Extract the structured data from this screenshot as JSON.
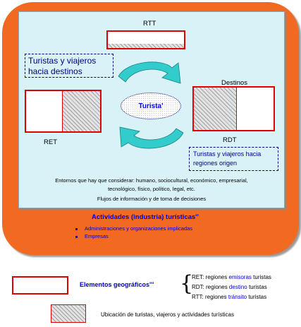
{
  "diagram": {
    "rtt_label": "RTT",
    "ret_label": "RET",
    "rdt_label": "RDT",
    "destinos_label": "Destinos",
    "turista_label": "Turista'",
    "box_left_text": "Turistas y viajeros hacia destinos",
    "box_right_text": "Turistas y viajeros hacia regiones origen",
    "entornos_text": "Entornos que hay que considerar: humano, sociocultural, económico, empresarial, tecnológico, físico, político, legal, etc.",
    "flujos_text": "Flujos de información y de toma de decisiones"
  },
  "activities": {
    "title": "Actividades (industria) turísticas''",
    "items": [
      "Administraciones y organizaciones implicadas",
      "Empresas"
    ]
  },
  "legend": {
    "geo_title": "Elementos geográficos'''",
    "lines": [
      {
        "prefix": "RET: regiones ",
        "highlight": "emisoras",
        "suffix": " turistas"
      },
      {
        "prefix": "RDT: regiones ",
        "highlight": "destino",
        "suffix": " turistas"
      },
      {
        "prefix": "RTT: regiones ",
        "highlight": "tránsito",
        "suffix": " turistas"
      }
    ],
    "hatch_text": "Ubicación de turistas, viajeros y actividades turísticas"
  },
  "colors": {
    "outer": "#f26a21",
    "inner": "#d9f2f7",
    "arrow": "#33cccc",
    "red_border": "#e00000",
    "blue_text": "#0000cc"
  }
}
